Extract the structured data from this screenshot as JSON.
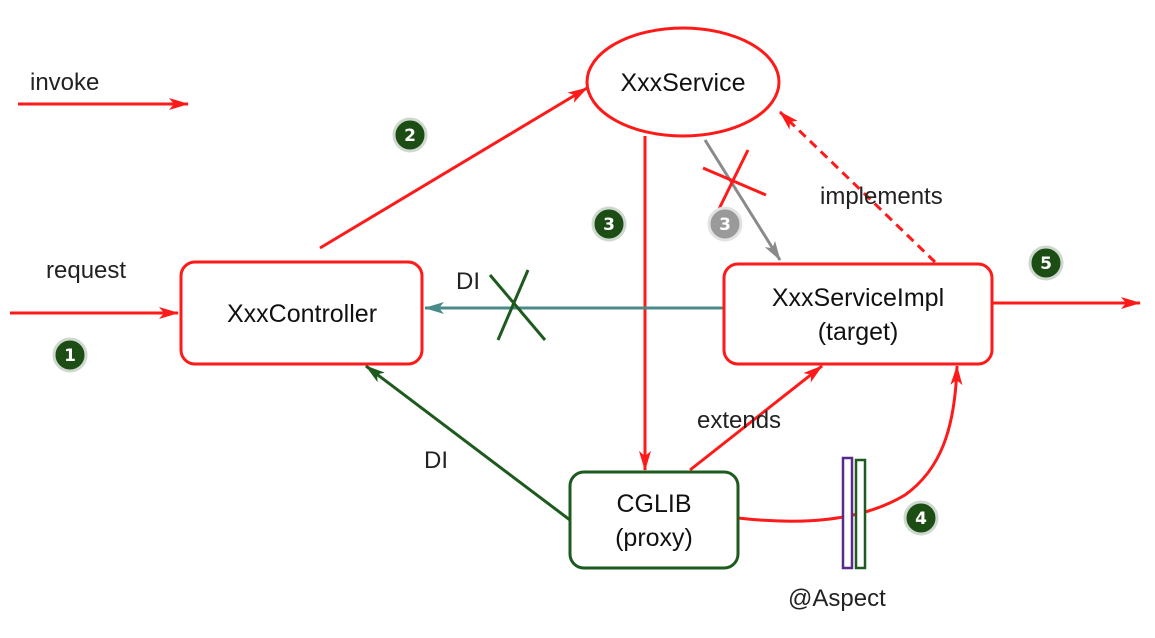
{
  "colors": {
    "invoke": "#ff1a1a",
    "di_green": "#1e5a1e",
    "di_teal": "#4a8a8a",
    "gray": "#8a8a8a",
    "badge": "#1c4d14",
    "badge_gray": "#9a9a9a",
    "aspect_purple": "#5a2a8a",
    "aspect_green": "#1e5a1e"
  },
  "legend": {
    "invoke_label": "invoke"
  },
  "nodes": {
    "service": {
      "label": "XxxService"
    },
    "controller": {
      "label": "XxxController"
    },
    "impl": {
      "line1": "XxxServiceImpl",
      "line2": "(target)"
    },
    "proxy": {
      "line1": "CGLIB",
      "line2": "(proxy)"
    }
  },
  "labels": {
    "request": "request",
    "implements": "implements",
    "extends": "extends",
    "di_top": "DI",
    "di_bottom": "DI",
    "aspect": "@Aspect"
  },
  "steps": {
    "s1": "1",
    "s2": "2",
    "s3": "3",
    "s3_gray": "3",
    "s4": "4",
    "s5": "5"
  }
}
